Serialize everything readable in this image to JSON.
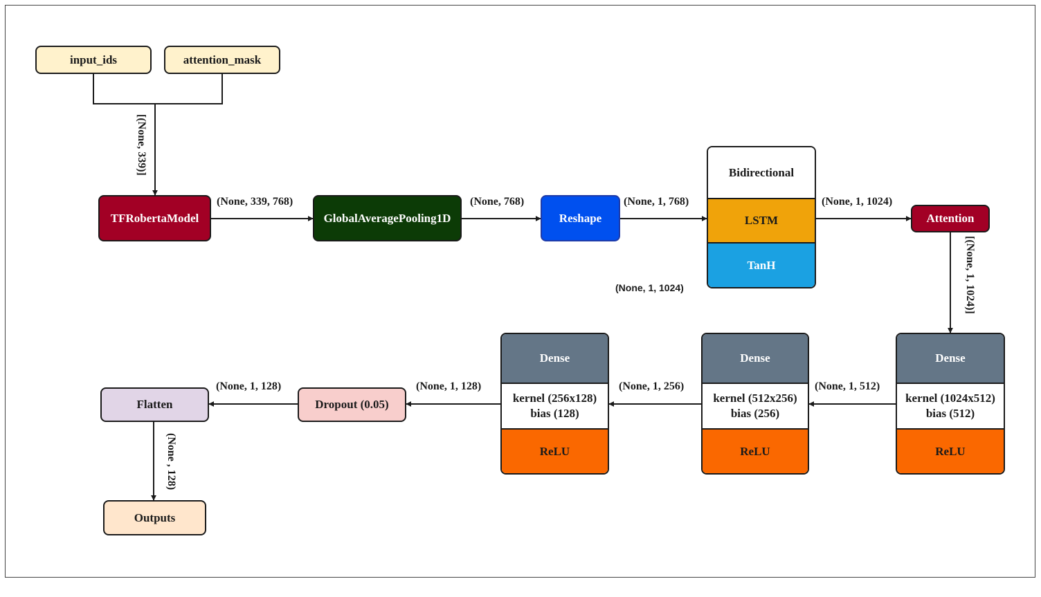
{
  "inputs": {
    "input_ids": "input_ids",
    "attention_mask": "attention_mask"
  },
  "nodes": {
    "roberta": "TFRobertaModel",
    "pooling": "GlobalAveragePooling1D",
    "reshape": "Reshape",
    "attention": "Attention",
    "dropout": "Dropout (0.05)",
    "flatten": "Flatten",
    "outputs": "Outputs"
  },
  "bilstm": {
    "top": "Bidirectional",
    "mid": "LSTM",
    "bottom": "TanH"
  },
  "dense_layers": [
    {
      "title": "Dense",
      "kernel": "kernel (1024x512)",
      "bias": "bias (512)",
      "activation": "ReLU"
    },
    {
      "title": "Dense",
      "kernel": "kernel (512x256)",
      "bias": "bias (256)",
      "activation": "ReLU"
    },
    {
      "title": "Dense",
      "kernel": "kernel (256x128)",
      "bias": "bias (128)",
      "activation": "ReLU"
    }
  ],
  "edges": {
    "inputs_to_roberta": "[(None, 339)]",
    "roberta_to_pooling": "(None, 339, 768)",
    "pooling_to_reshape": "(None, 768)",
    "reshape_to_bilstm": "(None, 1, 768)",
    "bilstm_to_attention": "(None, 1, 1024)",
    "bilstm_output": "(None, 1, 1024)",
    "attention_to_dense1": "[(None, 1, 1024)]",
    "dense1_to_dense2": "(None, 1, 512)",
    "dense2_to_dense3": "(None, 1, 256)",
    "dense3_to_dropout": "(None, 1, 128)",
    "dropout_to_flatten": "(None, 1, 128)",
    "flatten_to_outputs": "(None , 128)"
  },
  "colors": {
    "input_fill": "#fff2cc",
    "roberta_fill": "#a20025",
    "pooling_fill": "#0c3b06",
    "reshape_fill": "#0050ef",
    "attention_fill": "#a20025",
    "lstm_fill": "#f0a30a",
    "tanh_fill": "#1ba1e2",
    "dense_header_fill": "#647687",
    "relu_fill": "#fa6800",
    "dropout_fill": "#f8cecc",
    "flatten_fill": "#e1d5e7",
    "outputs_fill": "#ffe6cc"
  }
}
